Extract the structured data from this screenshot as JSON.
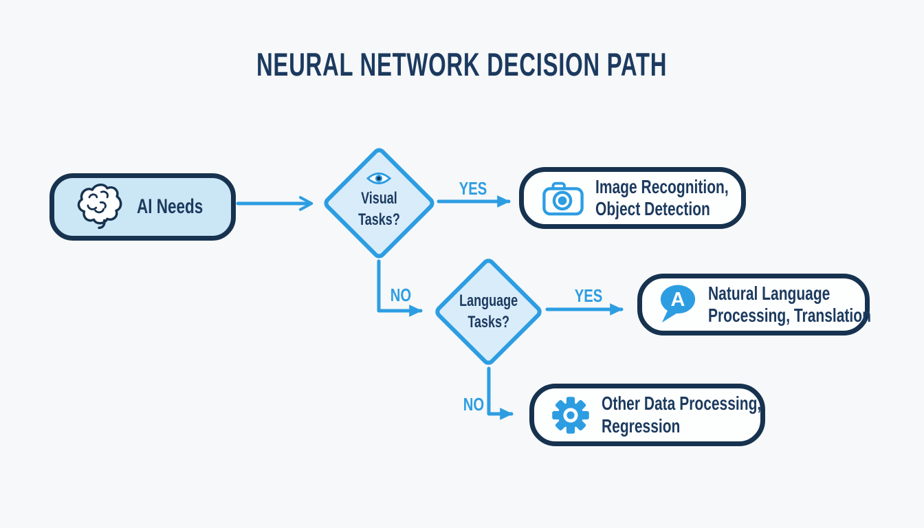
{
  "title": "NEURAL NETWORK DECISION PATH",
  "colors": {
    "navy_text": "#1c3a5f",
    "navy_border": "#16324f",
    "bright_blue": "#2d9de2",
    "start_fill": "#cbe6f5",
    "diamond_fill": "#d9ecfa",
    "outcome_fill": "#fdfefe",
    "background": "#f6f8f9"
  },
  "nodes": {
    "start": {
      "label": "AI Needs",
      "icon": "brain-icon"
    },
    "decision_visual": {
      "line1": "Visual",
      "line2": "Tasks?",
      "icon": "eye-icon"
    },
    "decision_language": {
      "line1": "Language",
      "line2": "Tasks?"
    },
    "outcome_visual": {
      "line1": "Image Recognition,",
      "line2": "Object Detection",
      "icon": "camera-icon"
    },
    "outcome_language": {
      "line1": "Natural Language",
      "line2": "Processing, Translation",
      "icon": "speech-bubble-icon",
      "icon_letter": "A"
    },
    "outcome_other": {
      "line1": "Other Data Processing,",
      "line2": "Regression",
      "icon": "gear-icon"
    }
  },
  "edges": {
    "visual_yes": "YES",
    "visual_no": "NO",
    "language_yes": "YES",
    "language_no": "NO"
  }
}
